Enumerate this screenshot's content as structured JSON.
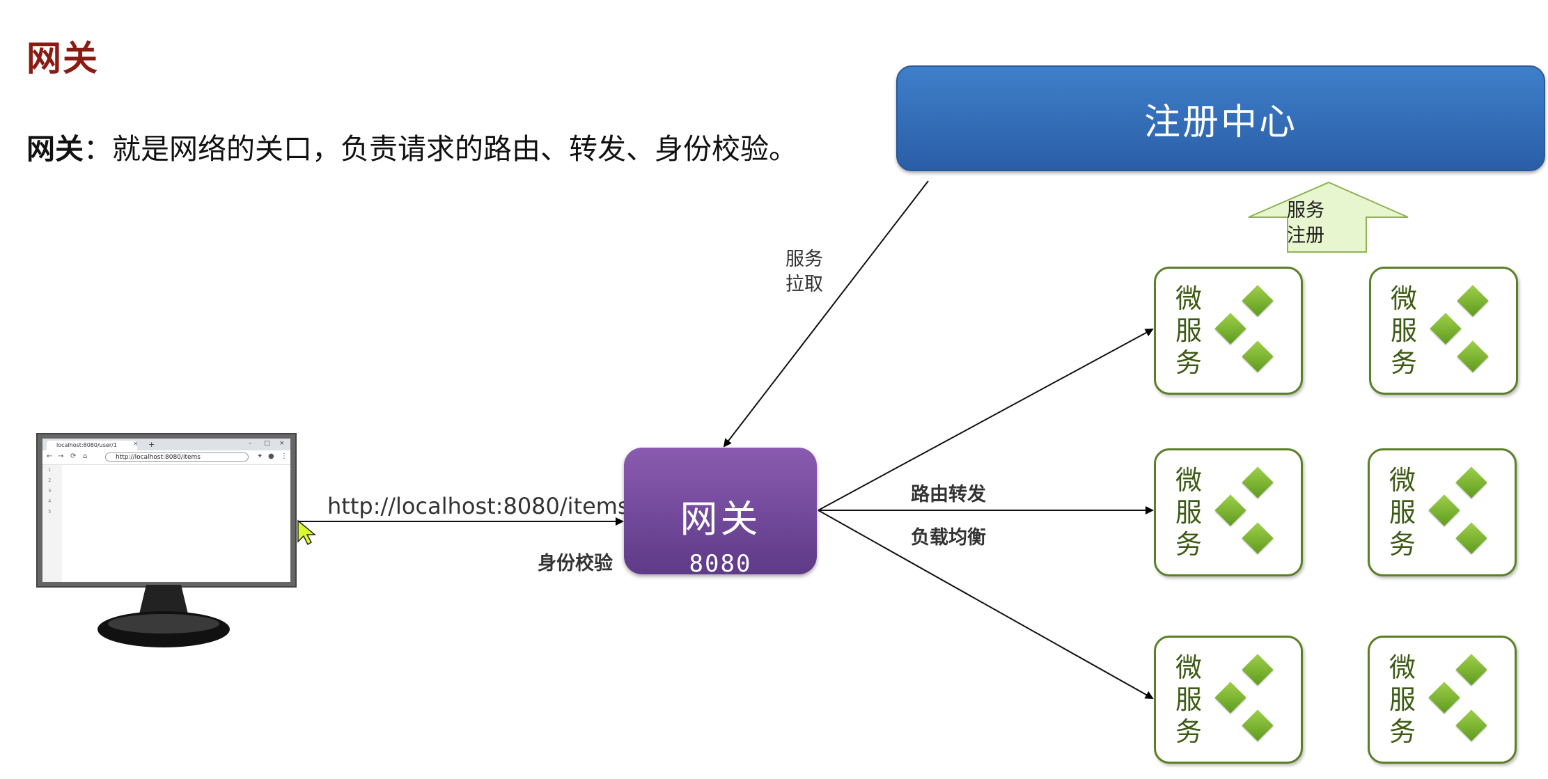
{
  "title": "网关",
  "description": {
    "term": "网关",
    "text": "：就是网络的关口，负责请求的路由、转发、身份校验。"
  },
  "registry": {
    "label": "注册中心"
  },
  "gateway": {
    "name": "网关",
    "port": "8080"
  },
  "labels": {
    "service_register": [
      "服务",
      "注册"
    ],
    "service_pull": [
      "服务",
      "拉取"
    ],
    "request_url": "http://localhost:8080/items",
    "auth": "身份校验",
    "routing": "路由转发",
    "load_balance": "负载均衡"
  },
  "microservices": [
    {
      "label": [
        "微",
        "服",
        "务"
      ]
    },
    {
      "label": [
        "微",
        "服",
        "务"
      ]
    },
    {
      "label": [
        "微",
        "服",
        "务"
      ]
    },
    {
      "label": [
        "微",
        "服",
        "务"
      ]
    },
    {
      "label": [
        "微",
        "服",
        "务"
      ]
    },
    {
      "label": [
        "微",
        "服",
        "务"
      ]
    }
  ],
  "browser": {
    "tab_title": "localhost:8080/user/1",
    "tab_close": "×",
    "new_tab": "+",
    "address": "http://localhost:8080/items",
    "line_numbers": [
      "1",
      "2",
      "3",
      "4",
      "5"
    ]
  },
  "colors": {
    "title": "#8b1a12",
    "registry": "#3470bb",
    "gateway": "#744c9e",
    "microservice_border": "#5b7f26",
    "diamond": "#7fb534",
    "register_arrow": "#e6f5c8"
  }
}
